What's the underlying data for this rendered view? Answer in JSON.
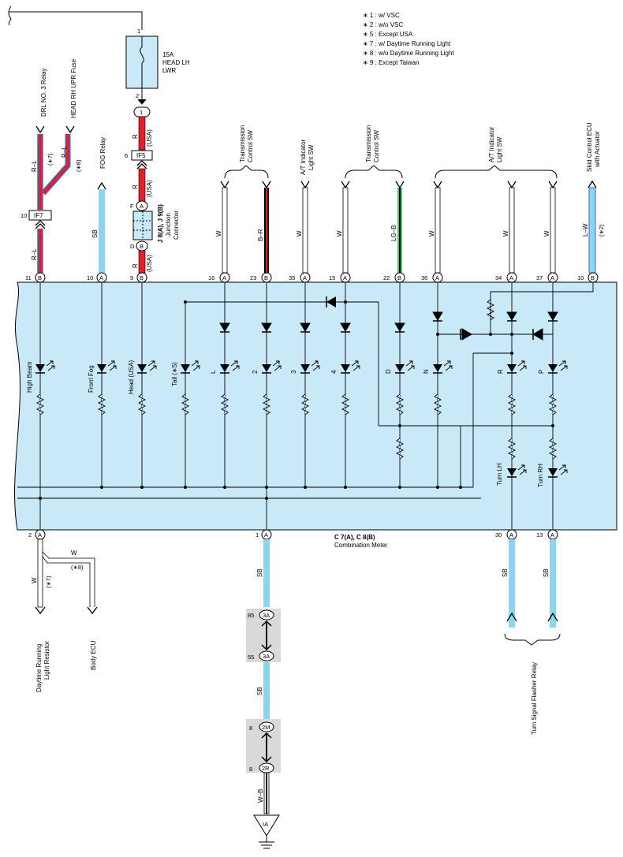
{
  "notes": [
    "∗ 1 : w/ VSC",
    "∗ 2 : w/o VSC",
    "∗ 5 : Except USA",
    "∗ 7 : w/ Daytime Running Light",
    "∗ 8 : w/o Daytime Running Light",
    "∗ 9 : Except Taiwan"
  ],
  "fuse": {
    "pin_top": "1",
    "pin_bottom": "2",
    "label1": "15A",
    "label2": "HEAD LH",
    "label3": "LWR",
    "conn_top": "1"
  },
  "connectors": {
    "if7": "IF7",
    "if5": "IF5",
    "jA": "A",
    "jB": "B",
    "pin_if7": "10",
    "pin_if5": "6",
    "pin_F": "F",
    "pin_D": "D"
  },
  "junction": {
    "title": "J 8(A), J 9(B)",
    "line1": "Junction",
    "line2": "Connector"
  },
  "upper_components": {
    "drl": "DRL NO. 3 Relay",
    "head_rh": "HEAD RH UPR Fuse",
    "fog": "FOG Relay",
    "trans1_l1": "Transmission",
    "trans1_l2": "Control SW",
    "at1_l1": "A/T Indicator",
    "at1_l2": "Light SW",
    "trans2_l1": "Transmission",
    "trans2_l2": "Control SW",
    "at2_l1": "A/T Indicator",
    "at2_l2": "Light SW",
    "skid_l1": "Skid Control ECU",
    "skid_l2": "with Actuator"
  },
  "wires": {
    "rl": "R–L",
    "rl2": "R–L",
    "rl3": "R–L",
    "note7": "(∗7)",
    "note8": "(∗8)",
    "note2": "(∗2)",
    "sb": "SB",
    "r": "R",
    "usa": "(USA)",
    "w": "W",
    "br": "B–R",
    "lgb": "LG–B",
    "lw": "L–W",
    "wb": "W–B"
  },
  "top_pins": [
    {
      "n": "11",
      "c": "B"
    },
    {
      "n": "10",
      "c": "A"
    },
    {
      "n": "9",
      "c": "B"
    },
    {
      "n": "16",
      "c": "A"
    },
    {
      "n": "23",
      "c": "B"
    },
    {
      "n": "35",
      "c": "A"
    },
    {
      "n": "15",
      "c": "A"
    },
    {
      "n": "22",
      "c": "B"
    },
    {
      "n": "36",
      "c": "A"
    },
    {
      "n": "34",
      "c": "A"
    },
    {
      "n": "37",
      "c": "A"
    },
    {
      "n": "10",
      "c": "B"
    }
  ],
  "indicators": {
    "high": "High Beam",
    "fog": "Front Fog",
    "head": "Head (USA)",
    "tail": "Tail (∗5)",
    "L": "L",
    "2": "2",
    "3": "3",
    "4": "4",
    "D": "D",
    "N": "N",
    "R": "R",
    "P": "P",
    "turnlh": "Turn LH",
    "turnrh": "Turn RH"
  },
  "bottom_pins": [
    {
      "n": "2",
      "c": "A"
    },
    {
      "n": "1",
      "c": "A"
    },
    {
      "n": "30",
      "c": "A"
    },
    {
      "n": "13",
      "c": "A"
    }
  ],
  "meter": {
    "title": "C 7(A), C 8(B)",
    "subtitle": "Combination Meter"
  },
  "lower": {
    "w1": "W",
    "w2": "W",
    "note7": "(∗7)",
    "note8": "(∗8)",
    "drl_res1": "Daytime Running",
    "drl_res2": "Light Resistor",
    "body_ecu": "Body ECU",
    "sb1": "SB",
    "sb2": "SB",
    "sb3": "SB",
    "sb4": "SB",
    "turn_relay": "Turn Signal Flasher Relay",
    "c85": "85",
    "c3a1": "3A",
    "c55": "55",
    "c3a2": "3A",
    "c8a": "8",
    "c2m": "2M",
    "c8b": "8",
    "c2r": "2R",
    "ground": "IA"
  },
  "colors": {
    "red": "#e41f2d",
    "sky": "#8fd3ef",
    "meter_bg": "#c9e9f9",
    "green": "#4fbf7b",
    "blue": "#3a6fc4"
  }
}
